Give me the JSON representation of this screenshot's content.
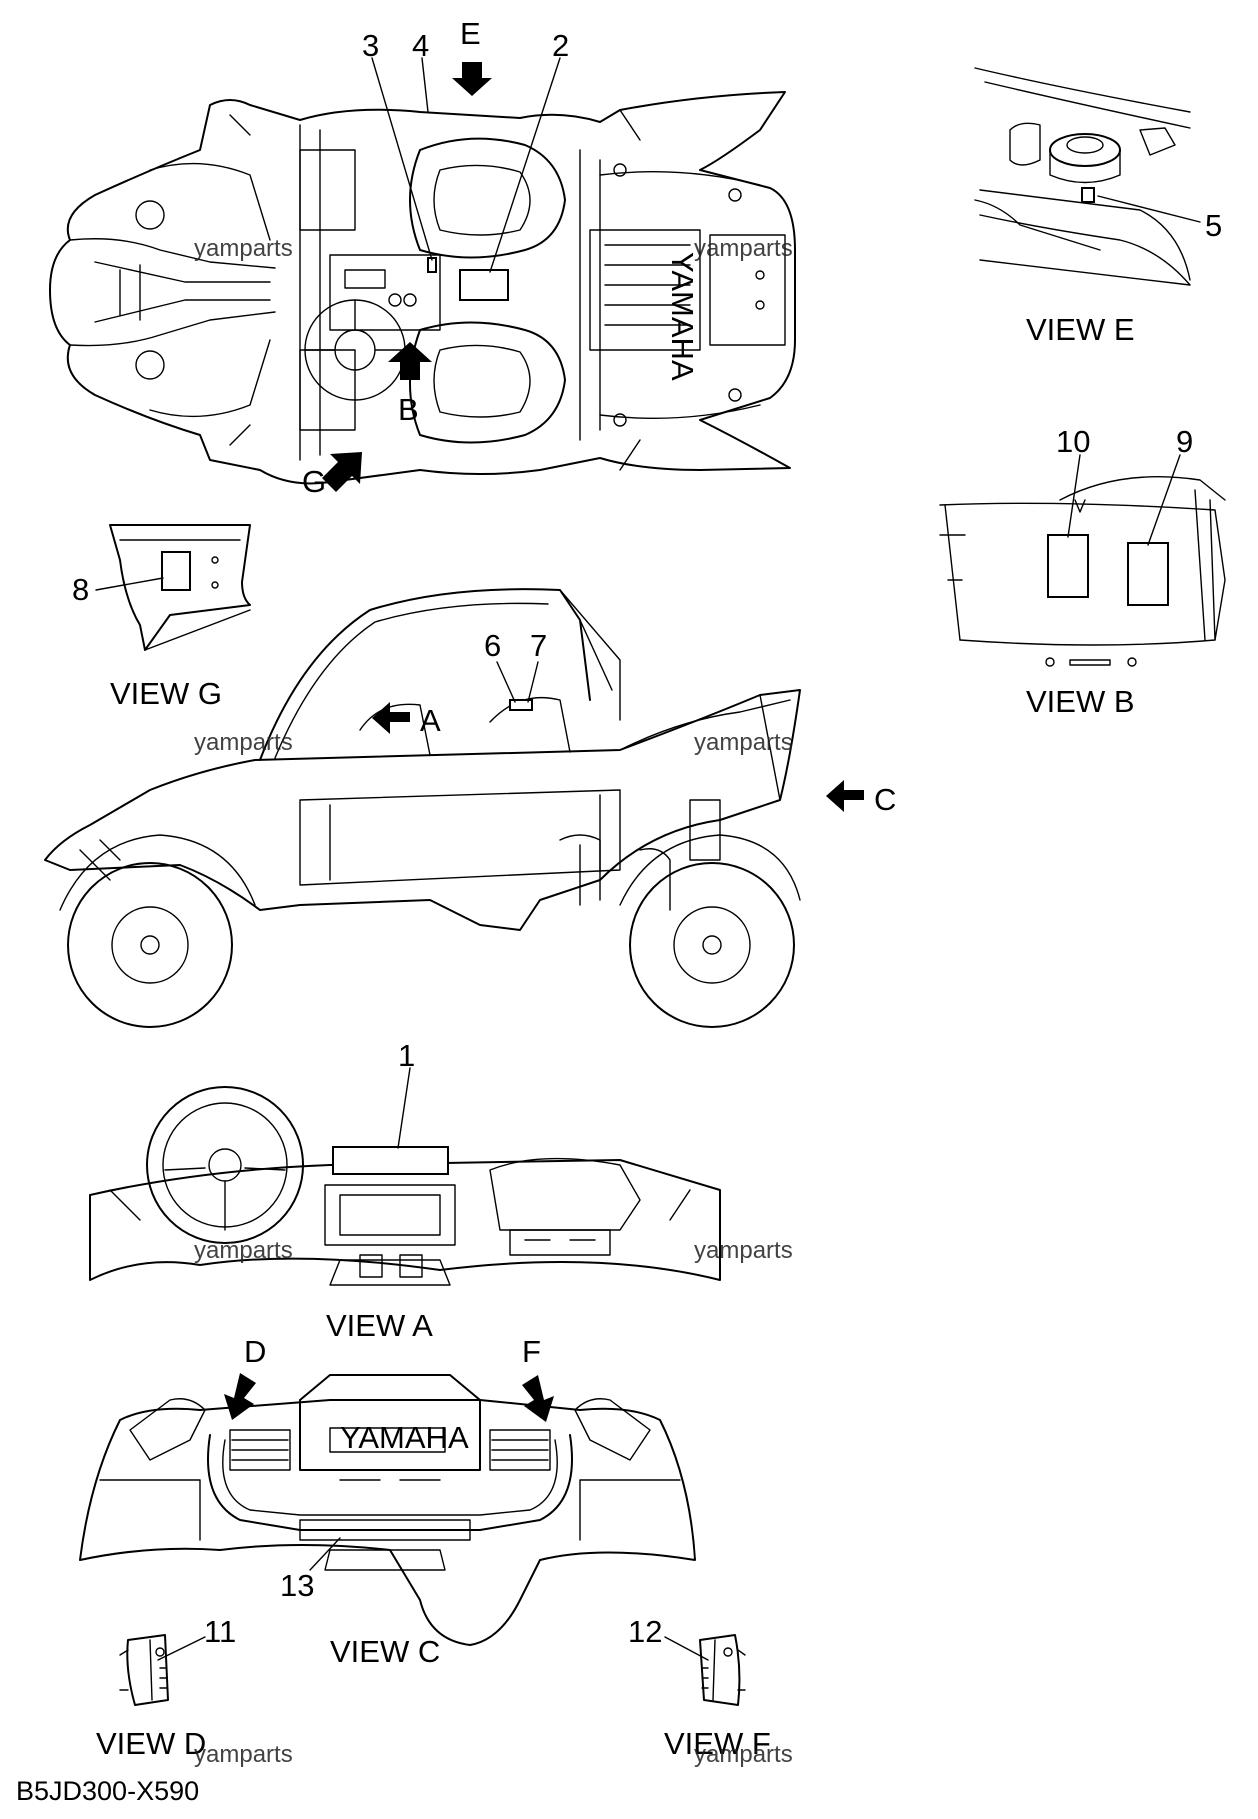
{
  "diagram": {
    "part_code": "B5JD300-X590",
    "watermark": "yamparts",
    "callouts": {
      "c1": "1",
      "c2": "2",
      "c3": "3",
      "c4": "4",
      "c5": "5",
      "c6": "6",
      "c7": "7",
      "c8": "8",
      "c9": "9",
      "c10": "10",
      "c11": "11",
      "c12": "12",
      "c13": "13"
    },
    "view_letters": {
      "A": "A",
      "B": "B",
      "C": "C",
      "D": "D",
      "E": "E",
      "F": "F",
      "G": "G"
    },
    "view_titles": {
      "view_a": "VIEW A",
      "view_b": "VIEW B",
      "view_c": "VIEW C",
      "view_d": "VIEW D",
      "view_e": "VIEW E",
      "view_f": "VIEW F",
      "view_g": "VIEW G"
    },
    "brand_marks": {
      "hood": "YAMAHA",
      "bed": "YAMAHA"
    }
  }
}
